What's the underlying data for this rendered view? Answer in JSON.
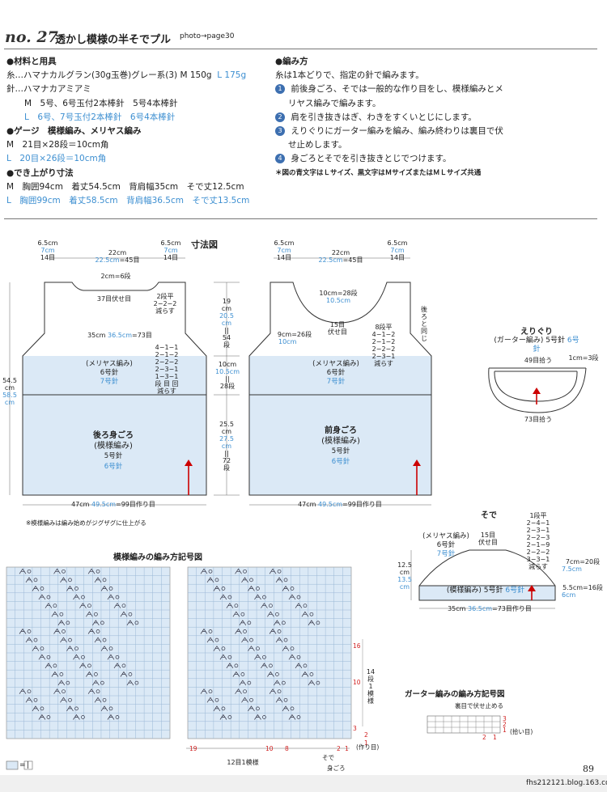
{
  "header": {
    "no": "no. 27",
    "title": "透かし模様の半そでプル",
    "photo_ref": "photo→page30"
  },
  "materials": {
    "heading": "●材料と用具",
    "yarn": "糸…ハマナカルグラン(30g玉巻)グレー系(3)",
    "yarn_m": "M 150g",
    "yarn_l": "L 175g",
    "needle_heading": "針…ハマナカアミアミ",
    "needle_m": "M　5号、6号玉付2本棒針　5号4本棒針",
    "needle_l": "L　6号、7号玉付2本棒針　6号4本棒針"
  },
  "gauge": {
    "heading": "●ゲージ　模様編み、メリヤス編み",
    "m": "M　21目×28段＝10cm角",
    "l": "L　20目×26段＝10cm角"
  },
  "finished": {
    "heading": "●でき上がり寸法",
    "m": "M　胸囲94cm　着丈54.5cm　背肩幅35cm　そで丈12.5cm",
    "l": "L　胸囲99cm　着丈58.5cm　背肩幅36.5cm　そで丈13.5cm"
  },
  "method": {
    "heading": "●編み方",
    "intro": "糸は1本どりで、指定の針で編みます。",
    "steps": [
      "前後身ごろ、そでは一般的な作り目をし、模様編みとメ",
      "リヤス編みで編みます。",
      "肩を引き抜きはぎ、わきをすくいとじにします。",
      "えりぐりにガーター編みを編み、編み終わりは裏目で伏",
      "せ止めします。",
      "身ごろとそでを引き抜きとじでつけます。"
    ],
    "nums": [
      "1",
      "2",
      "3",
      "4"
    ],
    "note": "＊図の青文字はＬサイズ、黒文字はＭサイズまたはＭＬサイズ共通"
  },
  "sizing_title": "寸法図",
  "back": {
    "top_left": [
      "6.5cm",
      "7cm",
      "14目"
    ],
    "top_mid": [
      "22cm",
      "22.5cm",
      "=45目"
    ],
    "top_right": [
      "6.5cm",
      "7cm",
      "14目"
    ],
    "neck_decrease": "2cm=6段",
    "bind_off": "37目伏せ目",
    "neck_rule": [
      "2段平",
      "2−2−2",
      "減らす"
    ],
    "width": "35cm",
    "width_l": "36.5cm",
    "width_st": "=73目",
    "arm_rule": [
      "4−1−1",
      "2−1−2",
      "2−2−2",
      "2−3−1",
      "1−3−1",
      "段 目 回",
      "減らす"
    ],
    "stitch": "(メリヤス編み)",
    "needle_6": "6号針",
    "needle_7": "7号針",
    "body_label": "後ろ身ごろ",
    "pattern": "(模様編み)",
    "needle_5": "5号針",
    "needle_6b": "6号針",
    "total_h": [
      "54.5",
      "cm",
      "58.5",
      "cm"
    ],
    "bottom": "47cm",
    "bottom_l": "49.5cm",
    "bottom_st": "=99目作り目",
    "note": "※模様編みは編み始めがジグザグに仕上がる"
  },
  "mid_dims": {
    "d1": [
      "19",
      "cm",
      "20.5",
      "cm",
      "54",
      "段"
    ],
    "d2": [
      "10cm",
      "10.5cm",
      "28段"
    ],
    "d3": [
      "25.5",
      "cm",
      "27.5",
      "cm",
      "72",
      "段"
    ]
  },
  "front": {
    "top_left": [
      "6.5cm",
      "7cm",
      "14目"
    ],
    "top_mid": [
      "22cm",
      "22.5cm",
      "=45目"
    ],
    "top_right": [
      "6.5cm",
      "7cm",
      "14目"
    ],
    "neck_depth": [
      "10cm",
      "10.5cm",
      "=28段"
    ],
    "center": [
      "15目",
      "伏せ目"
    ],
    "neck_side": [
      "9cm",
      "10cm",
      "=26段"
    ],
    "neck_rule": [
      "8段平",
      "4−1−2",
      "2−1−2",
      "2−2−2",
      "2−3−1",
      "減らす"
    ],
    "same_as_back": "後ろと同じ",
    "stitch": "(メリヤス編み)",
    "needle_6": "6号針",
    "needle_7": "7号針",
    "body_label": "前身ごろ",
    "pattern": "(模様編み)",
    "needle_5": "5号針",
    "needle_6b": "6号針",
    "bottom": "47cm",
    "bottom_l": "49.5cm",
    "bottom_st": "=99目作り目"
  },
  "collar": {
    "title": "えりぐり",
    "sub": "(ガーター編み)",
    "needle": "5号針",
    "needle_l": "6号針",
    "pick": "49目拾う",
    "side": "1cm=3段",
    "bottom": "73目拾う"
  },
  "sleeve": {
    "title": "そで",
    "stitch": "(メリヤス編み)",
    "needle_6": "6号針",
    "needle_7": "7号針",
    "top": [
      "15目",
      "伏せ目"
    ],
    "rule": [
      "1段平",
      "2−4−1",
      "2−3−1",
      "2−2−3",
      "2−1−9",
      "2−2−2",
      "3−3−1",
      "減らす"
    ],
    "cap": [
      "7cm",
      "7.5cm",
      "=20段"
    ],
    "band": [
      "5.5cm",
      "6cm",
      "=16段"
    ],
    "height": [
      "12.5",
      "cm",
      "13.5",
      "cm"
    ],
    "pattern": "(模様編み)",
    "needle_5": "5号針",
    "bottom": "35cm",
    "bottom_l": "36.5cm",
    "bottom_st": "=73目作り目"
  },
  "chart": {
    "title": "模様編みの編み方記号図",
    "row_16": "16",
    "row_10": "10",
    "row_3": "3",
    "row_2": "2",
    "row_1": "1",
    "col_19": "19",
    "col_10": "10",
    "col_8": "8",
    "col_2": "2",
    "col_1": "1",
    "repeat_v": [
      "14",
      "段",
      "1",
      "模",
      "様"
    ],
    "repeat_h": "12目1模様",
    "sleeve_mark": "そで",
    "body_mark": "身ごろ",
    "cast": "(作り目)",
    "legend_eq": "=",
    "legend_sym": "|"
  },
  "garter": {
    "title": "ガーター編みの編み方記号図",
    "note": "裏目で伏せ止める",
    "rows": [
      "3",
      "2",
      "1"
    ],
    "picked": "(拾い目)",
    "cols": [
      "2",
      "1"
    ]
  },
  "page_number": "89",
  "footer": "fhs212121.blog.163.com"
}
